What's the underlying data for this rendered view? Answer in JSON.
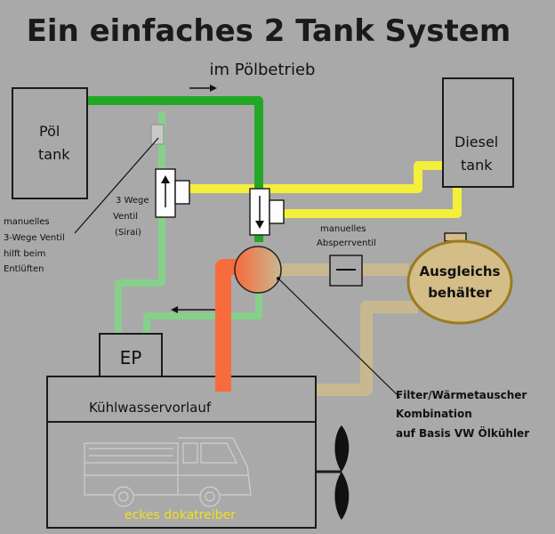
{
  "title": "Ein einfaches 2 Tank System",
  "flow_label": "im Pölbetrieb",
  "poel_tank": {
    "line1": "Pöl",
    "line2": "tank"
  },
  "diesel_tank": {
    "line1": "Diesel",
    "line2": "tank"
  },
  "valve3_label": {
    "line1": "3 Wege",
    "line2": "Ventil",
    "line3": "(Sirai)"
  },
  "manual_vent": {
    "line1": "manuelles",
    "line2": "3-Wege Ventil",
    "line3": "hilft beim",
    "line4": "Entlüften"
  },
  "shutoff_label": {
    "line1": "manuelles",
    "line2": "Absperrventil"
  },
  "expansion_tank": {
    "line1": "Ausgleichs",
    "line2": "behälter"
  },
  "pump_label": "EP",
  "coolant_label": "Kühlwasservorlauf",
  "filter_label": {
    "line1": "Filter/Wärmetauscher",
    "line2": "Kombination",
    "line3": "auf Basis VW Ölkühler"
  },
  "credit": "eckes dokatreiber",
  "colors": {
    "background": "#a9a9a9",
    "poel_line": "#22a826",
    "return_line": "#86d08c",
    "diesel_line": "#f4ef3a",
    "coolant_line": "#f76b3d",
    "coolant_return": "#c8b890",
    "expansion_fill": "#d4bd86",
    "expansion_border": "#9b7b21",
    "credit_text": "#f0e020"
  }
}
